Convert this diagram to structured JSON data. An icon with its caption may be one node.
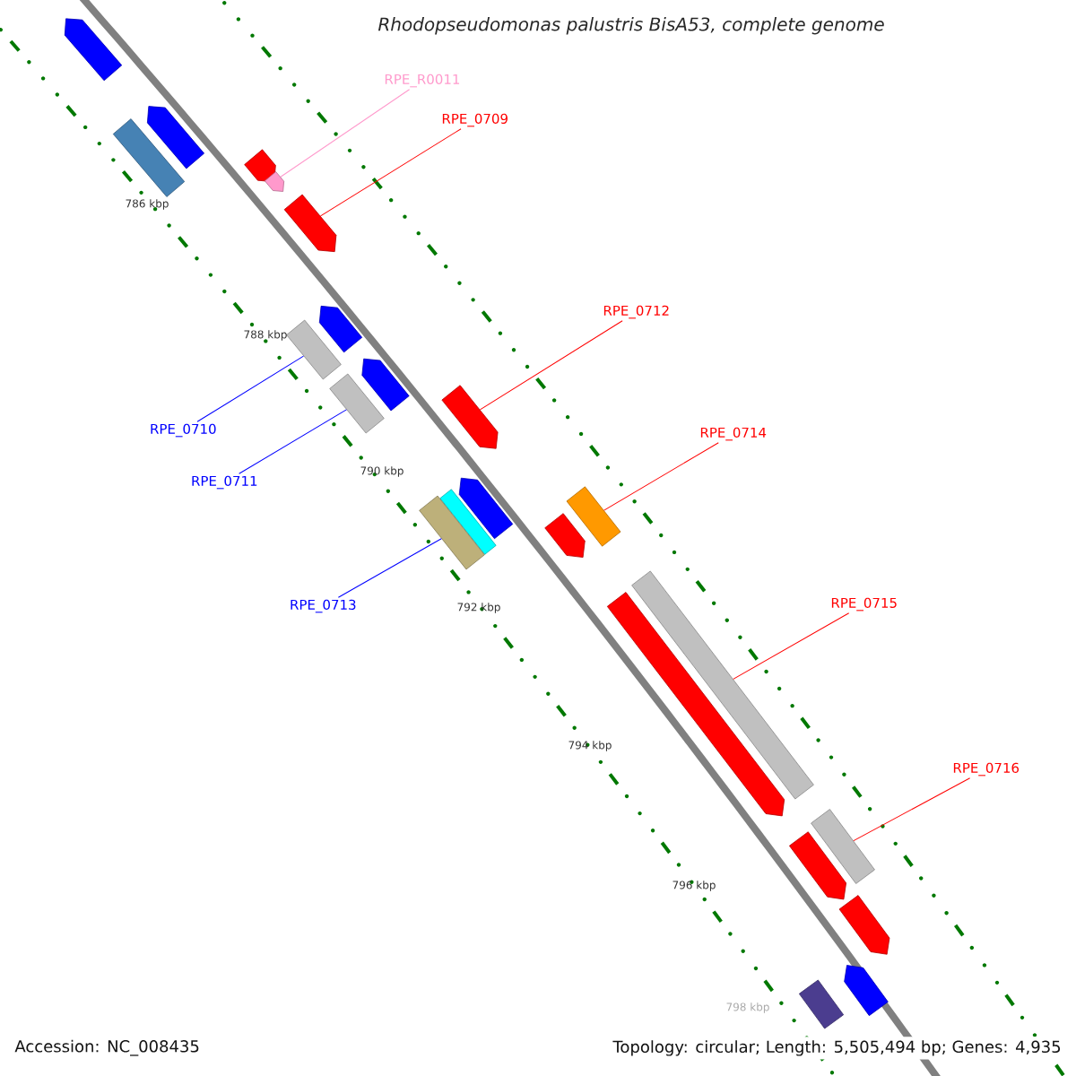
{
  "diagram": {
    "title": "Rhodopseudomonas palustris BisA53, complete genome",
    "nodes": [
      {
        "text": [
          "RPE_R0011"
        ]
      },
      {
        "text": [
          "RPE_0709"
        ]
      },
      {
        "text": [
          "RPE_0712"
        ]
      },
      {
        "text": [
          "RPE_0714"
        ]
      },
      {
        "text": [
          "RPE_0715"
        ]
      },
      {
        "text": [
          "RPE_0716"
        ]
      },
      {
        "text": [
          "RPE_0710"
        ]
      },
      {
        "text": [
          "RPE_0711"
        ]
      },
      {
        "text": [
          "RPE_0713"
        ]
      },
      {
        "text": [],
        "shape": "bar"
      },
      {
        "text": [],
        "shape": "bar"
      },
      {
        "text": [],
        "shape": "bar"
      },
      {
        "text": [],
        "shape": "bar"
      },
      {
        "text": [],
        "shape": "bar"
      },
      {
        "text": [],
        "shape": "bar"
      },
      {
        "text": [],
        "shape": "bar"
      },
      {
        "text": [],
        "shape": "bar"
      },
      {
        "text": [],
        "shape": "bar"
      },
      {
        "text": [],
        "shape": "bar"
      },
      {
        "text": [],
        "shape": "bar"
      },
      {
        "text": [],
        "shape": "bar"
      },
      {
        "text": [],
        "shape": "bar"
      },
      {
        "text": [],
        "shape": "bar"
      },
      {
        "text": [],
        "shape": "bar"
      },
      {
        "text": [],
        "shape": "bar"
      },
      {
        "text": [],
        "shape": "bar"
      },
      {
        "text": [],
        "shape": "bar"
      },
      {
        "text": [],
        "shape": "bar"
      },
      {
        "text": [],
        "shape": "bar"
      },
      {
        "text": [],
        "shape": "bar"
      },
      {
        "text": [],
        "shape": "bar"
      },
      {
        "text": [],
        "shape": "bar"
      }
    ],
    "edges": [
      {
        "from": 0,
        "to": 13,
        "arrow": "none",
        "color": "#ff99cc"
      },
      {
        "from": 1,
        "to": 14,
        "arrow": "none"
      },
      {
        "from": 2,
        "to": 19,
        "arrow": "none"
      },
      {
        "from": 3,
        "to": 21,
        "arrow": "none"
      },
      {
        "from": 4,
        "to": 25,
        "arrow": "none"
      },
      {
        "from": 5,
        "to": 27,
        "arrow": "none"
      },
      {
        "from": 6,
        "to": 16,
        "arrow": "none",
        "color": "#0000ff"
      },
      {
        "from": 7,
        "to": 18,
        "arrow": "none",
        "color": "#0000ff"
      },
      {
        "from": 8,
        "to": 23,
        "arrow": "none",
        "color": "#0000ff"
      }
    ],
    "labels": [
      "786 kbp",
      "788 kbp",
      "790 kbp",
      "792 kbp",
      "794 kbp",
      "796 kbp",
      "798 kbp",
      "Accession: NC_008435",
      "Topology: circular; Length: 5,505,494 bp; Genes: 4,935"
    ]
  }
}
